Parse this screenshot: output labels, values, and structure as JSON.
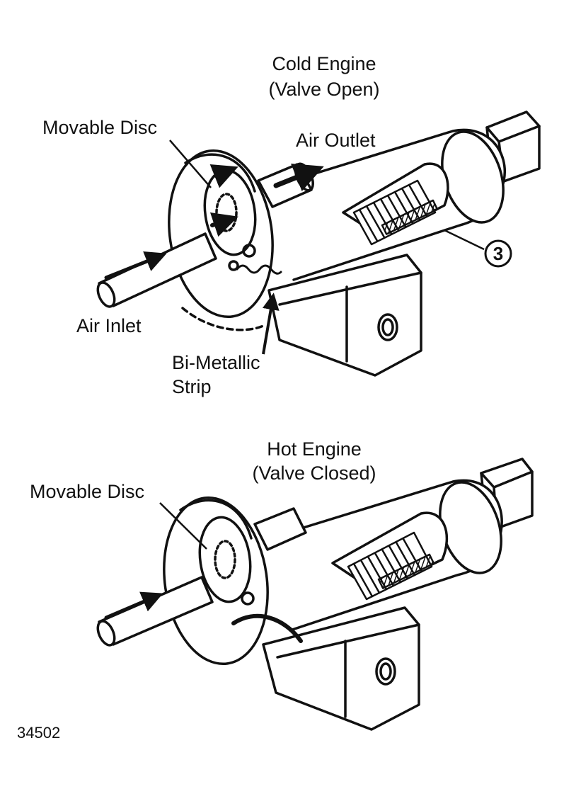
{
  "figure_number": "34502",
  "top_view": {
    "title": "Cold Engine",
    "subtitle": "(Valve Open)",
    "labels": {
      "movable_disc": "Movable Disc",
      "air_outlet": "Air Outlet",
      "air_inlet": "Air Inlet",
      "bimetal_line1": "Bi-Metallic",
      "bimetal_line2": "Strip",
      "callout": "3"
    }
  },
  "bottom_view": {
    "title": "Hot Engine",
    "subtitle": "(Valve Closed)",
    "labels": {
      "movable_disc": "Movable Disc"
    }
  }
}
